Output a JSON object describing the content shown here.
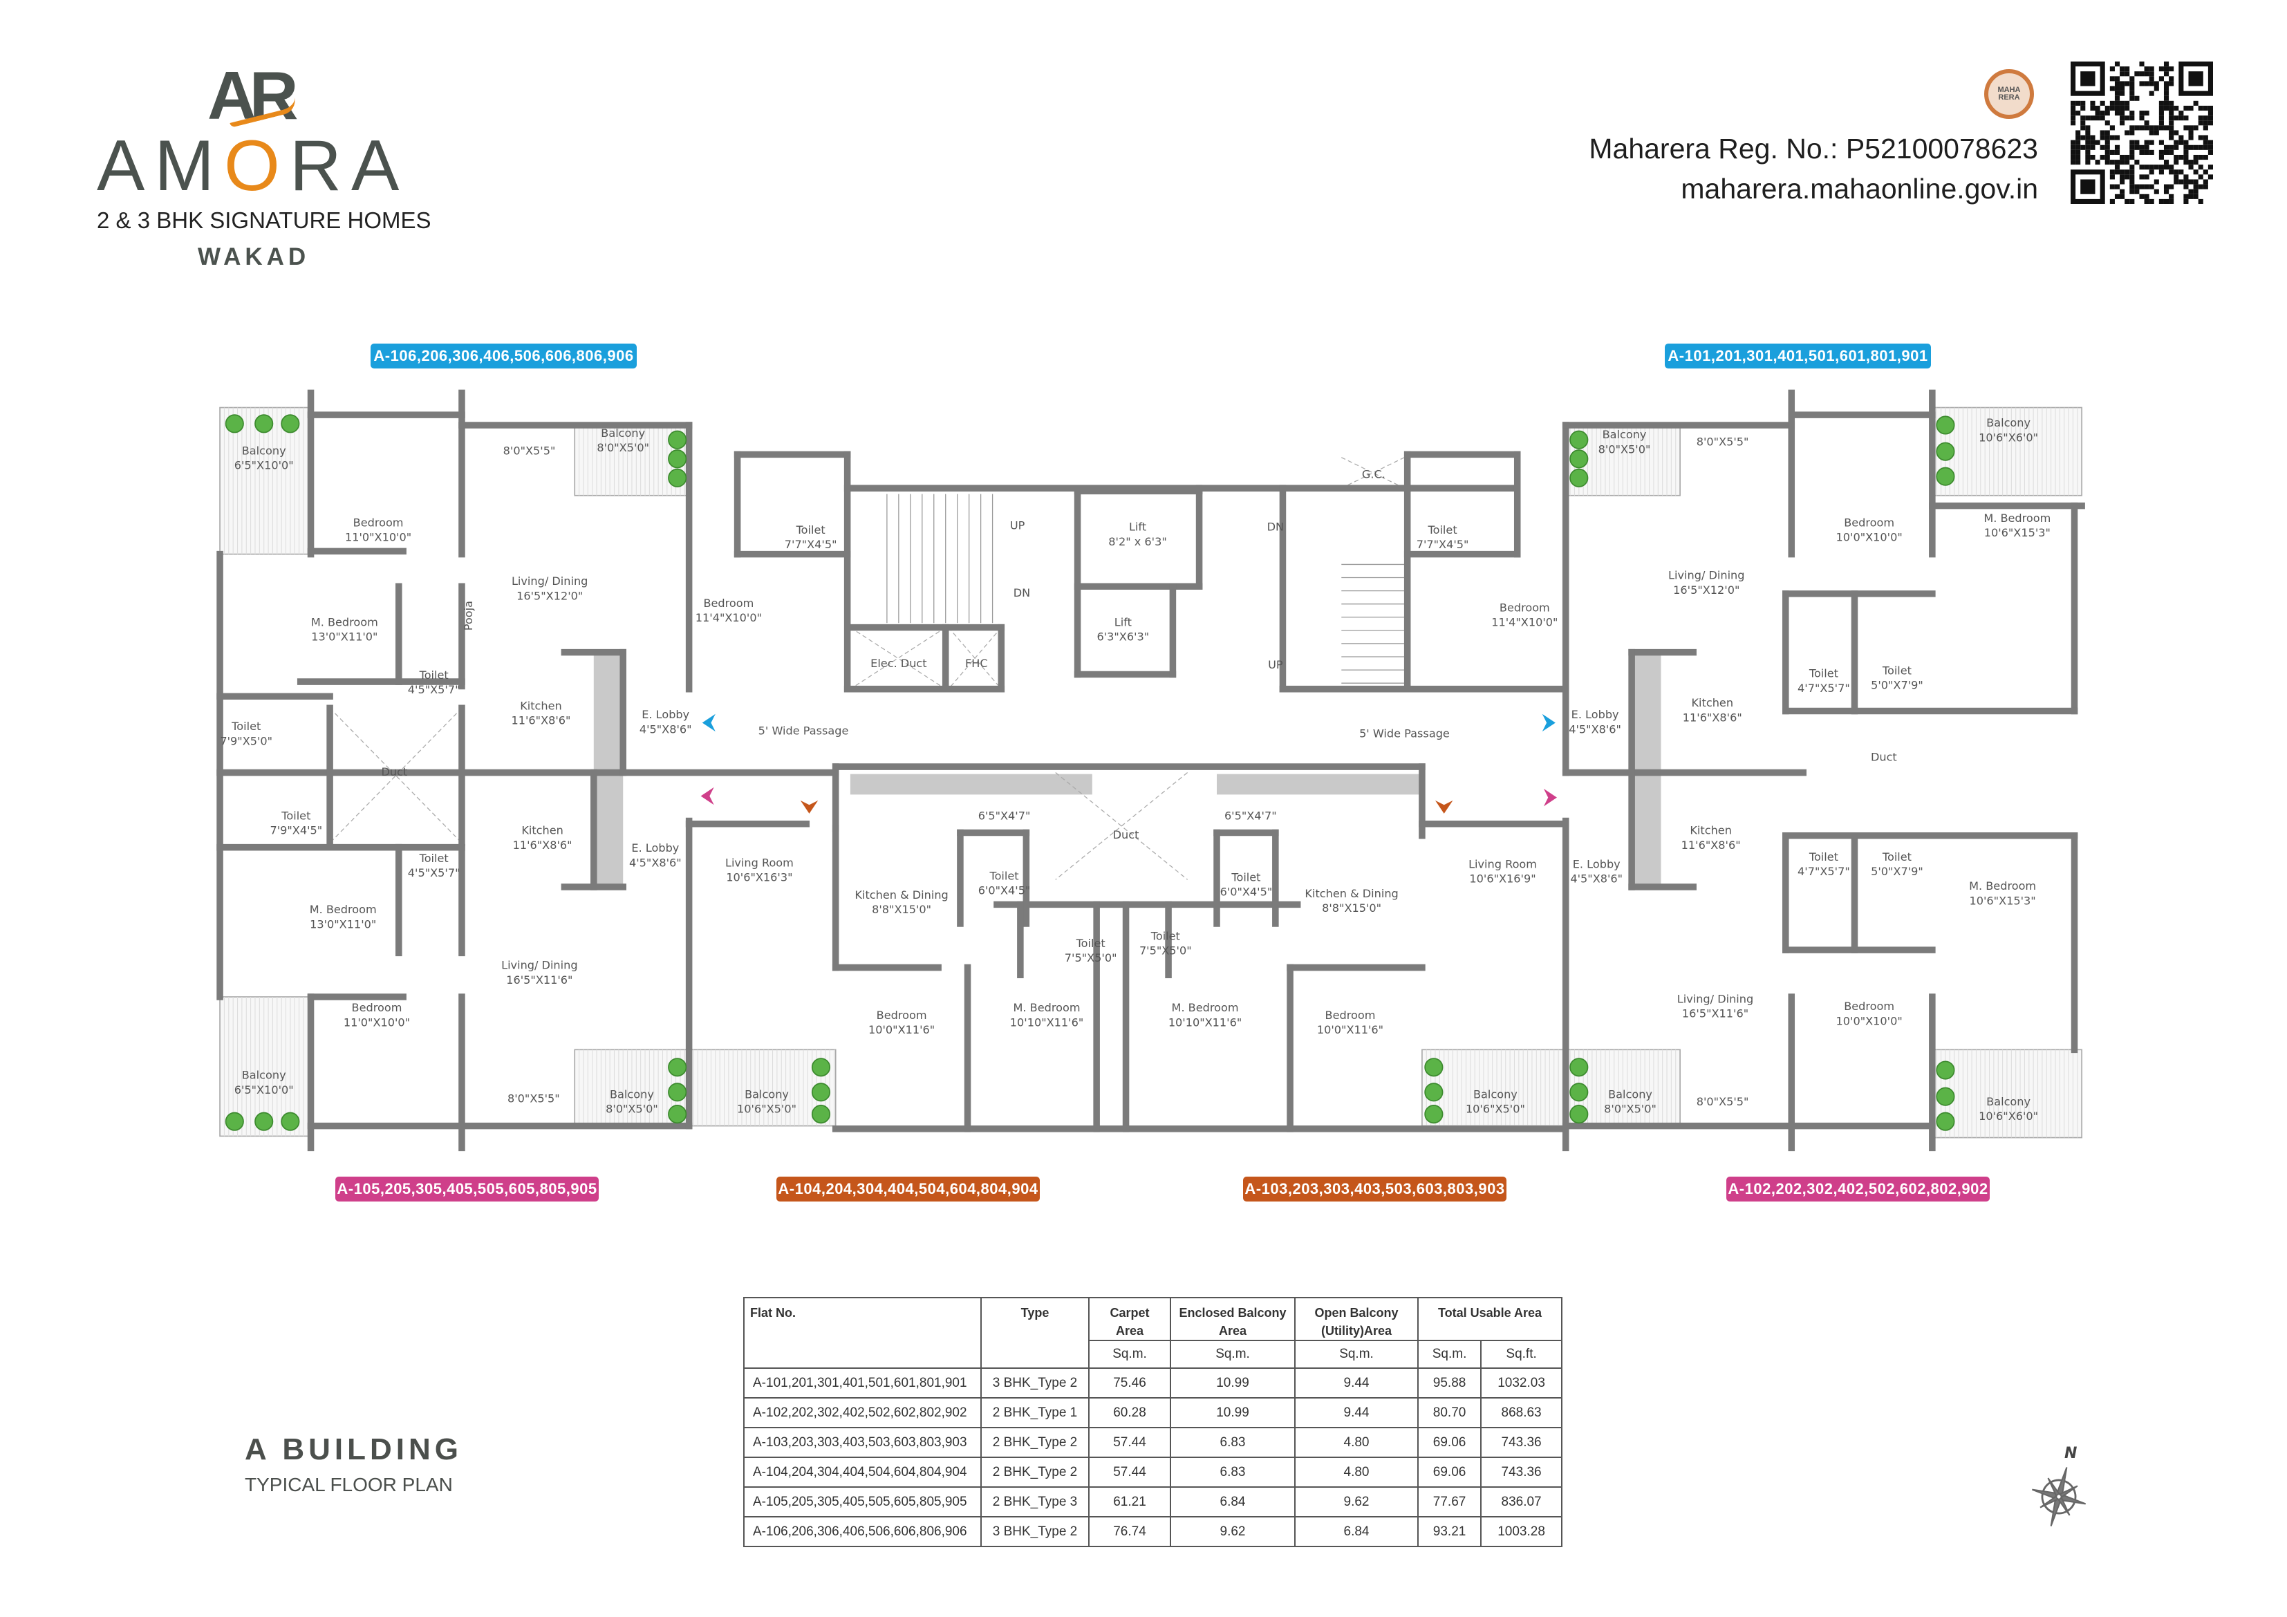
{
  "header": {
    "brand_mark": "AR",
    "brand_name_pre": "AM",
    "brand_name_o": "O",
    "brand_name_post": "RA",
    "tagline": "2 & 3 BHK SIGNATURE HOMES",
    "location": "WAKAD",
    "rera_reg": "Maharera Reg. No.: P52100078623",
    "rera_site": "maharera.mahaonline.gov.in",
    "seal_text": "MAHA RERA"
  },
  "colors": {
    "brand_gray": "#4b524e",
    "brand_orange": "#e8891a",
    "blue_tag": "#1a9fdc",
    "magenta_tag": "#cf3f8a",
    "orange_tag": "#c5561b",
    "wall": "#7b7b7b"
  },
  "flat_labels": {
    "top_left": {
      "text": "A-106,206,306,406,506,606,806,906",
      "color": "#1a9fdc"
    },
    "top_right": {
      "text": "A-101,201,301,401,501,601,801,901",
      "color": "#1a9fdc"
    },
    "bottom_1": {
      "text": "A-105,205,305,405,505,605,805,905",
      "color": "#cf3f8a"
    },
    "bottom_2": {
      "text": "A-104,204,304,404,504,604,804,904",
      "color": "#c5561b"
    },
    "bottom_3": {
      "text": "A-103,203,303,403,503,603,803,903",
      "color": "#c5561b"
    },
    "bottom_4": {
      "text": "A-102,202,302,402,502,602,802,902",
      "color": "#cf3f8a"
    }
  },
  "rooms": [
    {
      "name": "Balcony",
      "dim": "6'5\"X10'0\""
    },
    {
      "name": "Bedroom",
      "dim": "11'0\"X10'0\""
    },
    {
      "name": "",
      "dim": "8'0\"X5'5\""
    },
    {
      "name": "Balcony",
      "dim": "8'0\"X5'0\""
    },
    {
      "name": "Living/ Dining",
      "dim": "16'5\"X12'0\""
    },
    {
      "name": "M. Bedroom",
      "dim": "13'0\"X11'0\""
    },
    {
      "name": "Pooja",
      "dim": ""
    },
    {
      "name": "Toilet",
      "dim": "4'5\"X5'7\""
    },
    {
      "name": "Kitchen",
      "dim": "11'6\"X8'6\""
    },
    {
      "name": "E. Lobby",
      "dim": "4'5\"X8'6\""
    },
    {
      "name": "Toilet",
      "dim": "7'9\"X5'0\""
    },
    {
      "name": "Duct",
      "dim": ""
    },
    {
      "name": "Toilet",
      "dim": "7'9\"X4'5\""
    },
    {
      "name": "Toilet",
      "dim": "4'5\"X5'7\""
    },
    {
      "name": "Kitchen",
      "dim": "11'6\"X8'6\""
    },
    {
      "name": "E. Lobby",
      "dim": "4'5\"X8'6\""
    },
    {
      "name": "M. Bedroom",
      "dim": "13'0\"X11'0\""
    },
    {
      "name": "Living/ Dining",
      "dim": "16'5\"X11'6\""
    },
    {
      "name": "Bedroom",
      "dim": "11'0\"X10'0\""
    },
    {
      "name": "Balcony",
      "dim": "6'5\"X10'0\""
    },
    {
      "name": "",
      "dim": "8'0\"X5'5\""
    },
    {
      "name": "Balcony",
      "dim": "8'0\"X5'0\""
    },
    {
      "name": "Toilet",
      "dim": "7'7\"X4'5\""
    },
    {
      "name": "Bedroom",
      "dim": "11'4\"X10'0\""
    },
    {
      "name": "UP",
      "dim": ""
    },
    {
      "name": "DN",
      "dim": ""
    },
    {
      "name": "Lift",
      "dim": "8'2\" x 6'3\""
    },
    {
      "name": "Lift",
      "dim": "6'3\"X6'3\""
    },
    {
      "name": "Elec. Duct",
      "dim": ""
    },
    {
      "name": "FHC",
      "dim": ""
    },
    {
      "name": "5' Wide Passage",
      "dim": ""
    },
    {
      "name": "DN",
      "dim": ""
    },
    {
      "name": "UP",
      "dim": ""
    },
    {
      "name": "G.C.",
      "dim": ""
    },
    {
      "name": "Toilet",
      "dim": "7'7\"X4'5\""
    },
    {
      "name": "Bedroom",
      "dim": "11'4\"X10'0\""
    },
    {
      "name": "5' Wide Passage",
      "dim": ""
    },
    {
      "name": "",
      "dim": "6'5\"X4'7\""
    },
    {
      "name": "Living Room",
      "dim": "10'6\"X16'3\""
    },
    {
      "name": "Toilet",
      "dim": "6'0\"X4'5\""
    },
    {
      "name": "Kitchen & Dining",
      "dim": "8'8\"X15'0\""
    },
    {
      "name": "Toilet",
      "dim": "7'5\"X5'0\""
    },
    {
      "name": "Bedroom",
      "dim": "10'0\"X11'6\""
    },
    {
      "name": "M. Bedroom",
      "dim": "10'10\"X11'6\""
    },
    {
      "name": "Balcony",
      "dim": "10'6\"X5'0\""
    },
    {
      "name": "Duct",
      "dim": ""
    },
    {
      "name": "",
      "dim": "6'5\"X4'7\""
    },
    {
      "name": "Toilet",
      "dim": "6'0\"X4'5\""
    },
    {
      "name": "Kitchen & Dining",
      "dim": "8'8\"X15'0\""
    },
    {
      "name": "Toilet",
      "dim": "7'5\"X5'0\""
    },
    {
      "name": "M. Bedroom",
      "dim": "10'10\"X11'6\""
    },
    {
      "name": "Bedroom",
      "dim": "10'0\"X11'6\""
    },
    {
      "name": "Living Room",
      "dim": "10'6\"X16'9\""
    },
    {
      "name": "Balcony",
      "dim": "10'6\"X5'0\""
    },
    {
      "name": "Balcony",
      "dim": "8'0\"X5'0\""
    },
    {
      "name": "",
      "dim": "8'0\"X5'5\""
    },
    {
      "name": "Balcony",
      "dim": "10'6\"X6'0\""
    },
    {
      "name": "Bedroom",
      "dim": "10'0\"X10'0\""
    },
    {
      "name": "M. Bedroom",
      "dim": "10'6\"X15'3\""
    },
    {
      "name": "Living/ Dining",
      "dim": "16'5\"X12'0\""
    },
    {
      "name": "Toilet",
      "dim": "4'7\"X5'7\""
    },
    {
      "name": "Toilet",
      "dim": "5'0\"X7'9\""
    },
    {
      "name": "Kitchen",
      "dim": "11'6\"X8'6\""
    },
    {
      "name": "E. Lobby",
      "dim": "4'5\"X8'6\""
    },
    {
      "name": "Duct",
      "dim": ""
    },
    {
      "name": "Kitchen",
      "dim": "11'6\"X8'6\""
    },
    {
      "name": "E. Lobby",
      "dim": "4'5\"X8'6\""
    },
    {
      "name": "Toilet",
      "dim": "4'7\"X5'7\""
    },
    {
      "name": "Toilet",
      "dim": "5'0\"X7'9\""
    },
    {
      "name": "M. Bedroom",
      "dim": "10'6\"X15'3\""
    },
    {
      "name": "Living/ Dining",
      "dim": "16'5\"X11'6\""
    },
    {
      "name": "Bedroom",
      "dim": "10'0\"X10'0\""
    },
    {
      "name": "",
      "dim": "8'0\"X5'5\""
    },
    {
      "name": "Balcony",
      "dim": "8'0\"X5'0\""
    },
    {
      "name": "Balcony",
      "dim": "10'6\"X6'0\""
    }
  ],
  "entry_arrows": [
    {
      "direction": "left",
      "color": "#1a9fdc"
    },
    {
      "direction": "left",
      "color": "#cf3f8a"
    },
    {
      "direction": "down",
      "color": "#c5561b"
    },
    {
      "direction": "down",
      "color": "#c5561b"
    },
    {
      "direction": "right",
      "color": "#cf3f8a"
    },
    {
      "direction": "right",
      "color": "#1a9fdc"
    }
  ],
  "building": {
    "title": "A BUILDING",
    "subtitle": "TYPICAL FLOOR PLAN"
  },
  "compass": {
    "label": "N"
  },
  "table": {
    "headers": {
      "flat_no": "Flat No.",
      "type": "Type",
      "carpet": "Carpet Area",
      "enclosed": "Enclosed Balcony Area",
      "open": "Open Balcony (Utility)Area",
      "total": "Total Usable Area"
    },
    "units": {
      "carpet": "Sq.m.",
      "enclosed": "Sq.m.",
      "open": "Sq.m.",
      "total_sqm": "Sq.m.",
      "total_sqft": "Sq.ft."
    },
    "rows": [
      {
        "flat": "A-101,201,301,401,501,601,801,901",
        "type": "3 BHK_Type 2",
        "carpet": "75.46",
        "enclosed": "10.99",
        "open": "9.44",
        "total_sqm": "95.88",
        "total_sqft": "1032.03"
      },
      {
        "flat": "A-102,202,302,402,502,602,802,902",
        "type": "2 BHK_Type 1",
        "carpet": "60.28",
        "enclosed": "10.99",
        "open": "9.44",
        "total_sqm": "80.70",
        "total_sqft": "868.63"
      },
      {
        "flat": "A-103,203,303,403,503,603,803,903",
        "type": "2 BHK_Type 2",
        "carpet": "57.44",
        "enclosed": "6.83",
        "open": "4.80",
        "total_sqm": "69.06",
        "total_sqft": "743.36"
      },
      {
        "flat": "A-104,204,304,404,504,604,804,904",
        "type": "2 BHK_Type 2",
        "carpet": "57.44",
        "enclosed": "6.83",
        "open": "4.80",
        "total_sqm": "69.06",
        "total_sqft": "743.36"
      },
      {
        "flat": "A-105,205,305,405,505,605,805,905",
        "type": "2 BHK_Type 3",
        "carpet": "61.21",
        "enclosed": "6.84",
        "open": "9.62",
        "total_sqm": "77.67",
        "total_sqft": "836.07"
      },
      {
        "flat": "A-106,206,306,406,506,606,806,906",
        "type": "3 BHK_Type 2",
        "carpet": "76.74",
        "enclosed": "9.62",
        "open": "6.84",
        "total_sqm": "93.21",
        "total_sqft": "1003.28"
      }
    ]
  }
}
